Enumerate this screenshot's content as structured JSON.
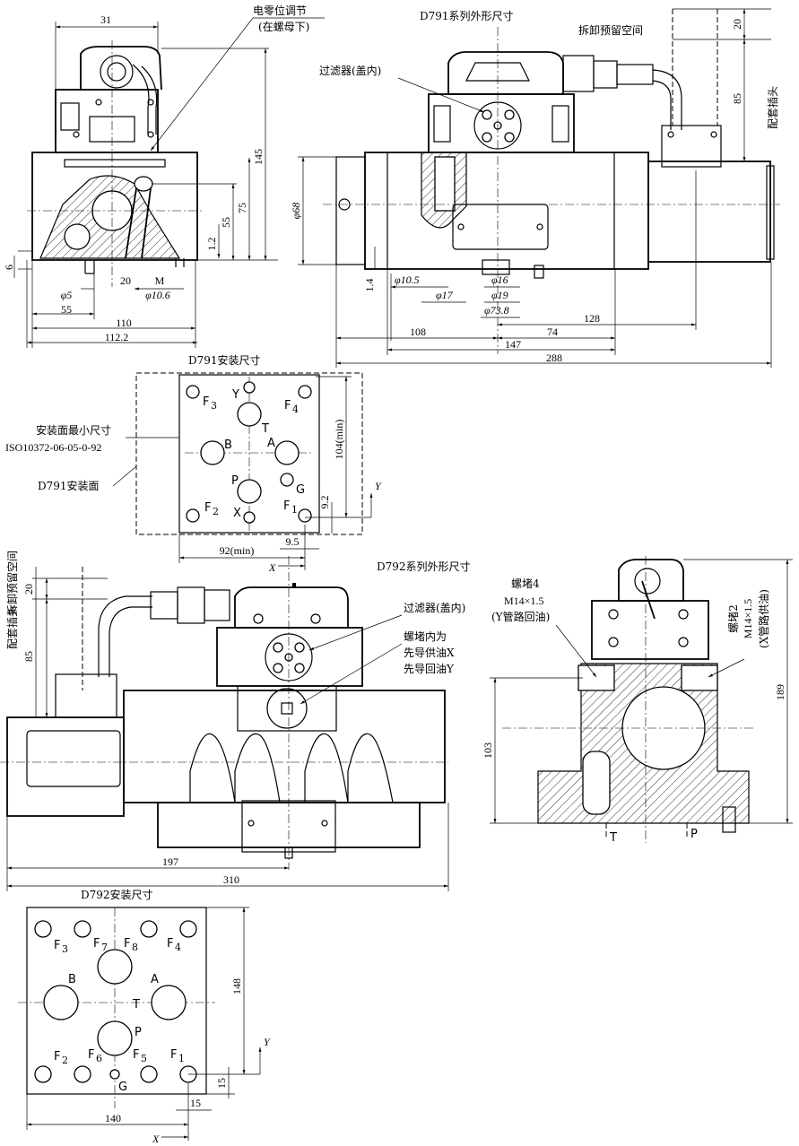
{
  "labels": {
    "electric_zero_adjust": "电零位调节",
    "under_nut": "(在螺母下)",
    "d791_outline_title": "D791系列外形尺寸",
    "removal_space_top": "拆卸预留空间",
    "mating_plug_top": "配套插头",
    "filter_inside_cover_1": "过滤器(盖内)",
    "d791_mount_title": "D791安装尺寸",
    "mount_min_size": "安装面最小尺寸",
    "iso_code": "ISO10372-06-05-0-92",
    "d791_mount_face": "D791安装面",
    "d792_outline_title": "D792系列外形尺寸",
    "mating_plug_left": "配套插头",
    "removal_space_left": "拆卸预留空间",
    "filter_inside_cover_2": "过滤器(盖内)",
    "plug_inner_1": "螺堵内为",
    "pilot_supply_x": "先导供油X",
    "pilot_return_y": "先导回油Y",
    "plug4": "螺堵4",
    "plug4_thread": "M14×1.5",
    "plug4_note": "(Y管路回油)",
    "plug2": "螺堵2",
    "plug2_thread": "M14×1.5",
    "plug2_note": "(X管路供油)",
    "d792_mount_title": "D792安装尺寸"
  },
  "dims": {
    "side_width_31": "31",
    "side_h_145": "145",
    "side_h_75": "75",
    "side_h_55": "55",
    "side_h_1_2": "1.2",
    "side_h_6": "6",
    "side_20": "20",
    "side_m": "M",
    "side_phi5": "φ5",
    "side_phi10_6": "φ10.6",
    "side_55": "55",
    "side_110": "110",
    "side_112_2": "112.2",
    "front_20": "20",
    "front_85": "85",
    "front_phi68": "φ68",
    "front_1_4": "1.4",
    "front_phi10_5": "φ10.5",
    "front_phi17": "φ17",
    "front_phi16": "φ16",
    "front_phi19": "φ19",
    "front_phi73_8": "φ73.8",
    "front_128": "128",
    "front_108": "108",
    "front_74": "74",
    "front_147": "147",
    "front_288": "288",
    "m791_104": "104(min)",
    "m791_9_2": "9.2",
    "m791_92": "92(min)",
    "m791_9_5": "9.5",
    "d792_20": "20",
    "d792_85": "85",
    "d792_197": "197",
    "d792_310": "310",
    "d792_side_103": "103",
    "d792_side_189": "189",
    "m792_148": "148",
    "m792_15v": "15",
    "m792_140": "140",
    "m792_15h": "15"
  },
  "ports_791": {
    "F3": "F",
    "F3s": "3",
    "Y": "Y",
    "F4": "F",
    "F4s": "4",
    "T": "T",
    "B": "B",
    "A": "A",
    "P": "P",
    "G": "G",
    "F2": "F",
    "F2s": "2",
    "X": "X",
    "F1": "F",
    "F1s": "1",
    "axisY": "Y",
    "axisX": "X"
  },
  "ports_792": {
    "F3": "F",
    "F3s": "3",
    "F7": "F",
    "F7s": "7",
    "F8": "F",
    "F8s": "8",
    "F4": "F",
    "F4s": "4",
    "B": "B",
    "T": "T",
    "A": "A",
    "P": "P",
    "F2": "F",
    "F2s": "2",
    "F6": "F",
    "F6s": "6",
    "F5": "F",
    "F5s": "5",
    "F1": "F",
    "F1s": "1",
    "G": "G",
    "axisY": "Y",
    "axisX": "X",
    "side_T": "T",
    "side_P": "P"
  },
  "icons": {
    "filter": "filter-icon",
    "connector": "connector-plug-icon"
  }
}
